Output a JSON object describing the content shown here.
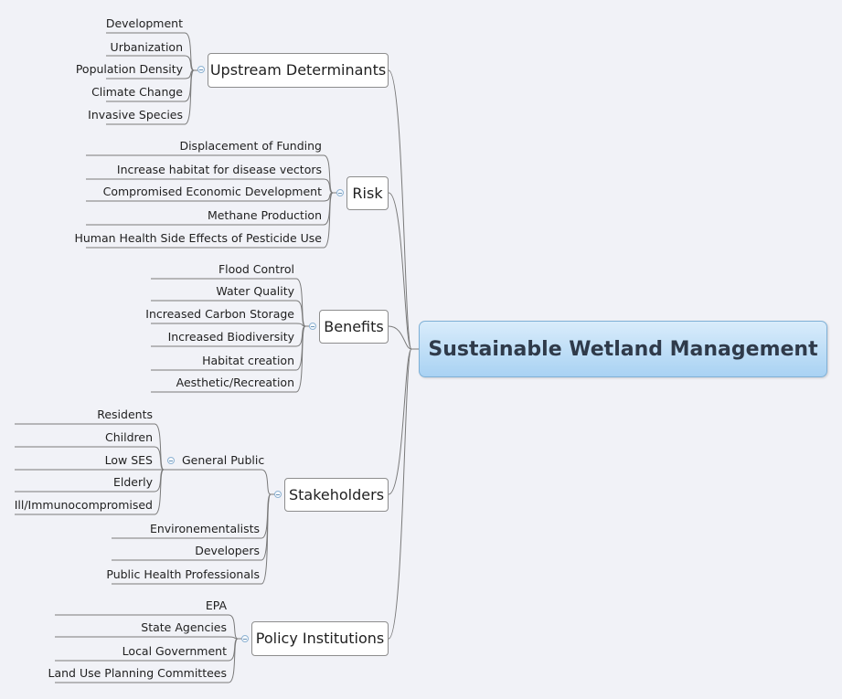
{
  "root": "Sustainable Wetland Management",
  "branches": [
    {
      "label": "Upstream Determinants",
      "children": [
        "Development",
        "Urbanization",
        "Population Density",
        "Climate Change",
        "Invasive Species"
      ]
    },
    {
      "label": "Risk",
      "children": [
        "Displacement of Funding",
        "Increase habitat for disease vectors",
        "Compromised Economic Development",
        "Methane Production",
        "Human Health Side Effects of Pesticide Use"
      ]
    },
    {
      "label": "Benefits",
      "children": [
        "Flood Control",
        "Water Quality",
        "Increased Carbon Storage",
        "Increased Biodiversity",
        "Habitat creation",
        "Aesthetic/Recreation"
      ]
    },
    {
      "label": "Stakeholders",
      "subgroup": {
        "label": "General Public",
        "children": [
          "Residents",
          "Children",
          "Low SES",
          "Elderly",
          "Ill/Immunocompromised"
        ]
      },
      "children": [
        "Environementalists",
        "Developers",
        "Public Health Professionals"
      ]
    },
    {
      "label": "Policy Institutions",
      "children": [
        "EPA",
        "State Agencies",
        "Local Government",
        "Land Use Planning Committees"
      ]
    }
  ]
}
